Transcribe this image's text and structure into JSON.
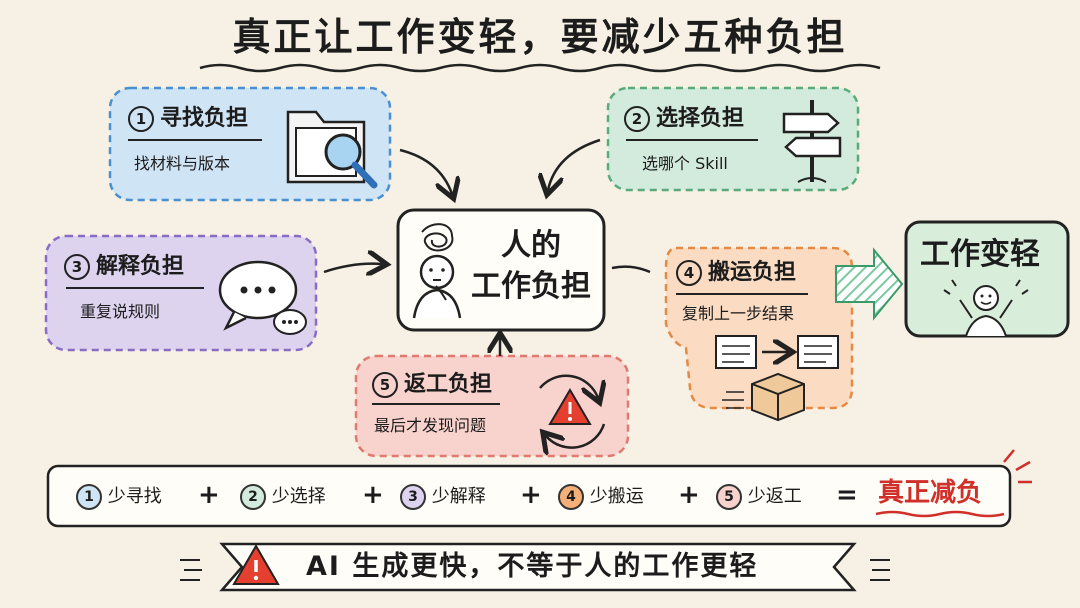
{
  "title": "真正让工作变轻，要减少五种负担",
  "center": {
    "line1": "人的",
    "line2": "工作负担"
  },
  "burdens": [
    {
      "num": "1",
      "title": "寻找负担",
      "sub": "找材料与版本",
      "color": "#cfe4f5",
      "border": "#4a8fd0"
    },
    {
      "num": "2",
      "title": "选择负担",
      "sub": "选哪个 Skill",
      "color": "#d3ebdc",
      "border": "#5aaa7a"
    },
    {
      "num": "3",
      "title": "解释负担",
      "sub": "重复说规则",
      "color": "#ddd3ef",
      "border": "#8a6cc4"
    },
    {
      "num": "4",
      "title": "搬运负担",
      "sub": "复制上一步结果",
      "color": "#fbdcc3",
      "border": "#e58a45"
    },
    {
      "num": "5",
      "title": "返工负担",
      "sub": "最后才发现问题",
      "color": "#f8d2cd",
      "border": "#e07a70"
    }
  ],
  "goal": "工作变轻",
  "equation": [
    {
      "num": "1",
      "label": "少寻找",
      "color": "#cfe4f5"
    },
    {
      "num": "2",
      "label": "少选择",
      "color": "#d3ebdc"
    },
    {
      "num": "3",
      "label": "少解释",
      "color": "#ddd3ef"
    },
    {
      "num": "4",
      "label": "少搬运",
      "color": "#f5b07a"
    },
    {
      "num": "5",
      "label": "少返工",
      "color": "#f8d2cd"
    }
  ],
  "plus": "+",
  "equals": "=",
  "result": "真正减负",
  "warning": "AI 生成更快，不等于人的工作更轻",
  "icons": [
    "folder-search-icon",
    "signpost-icon",
    "chat-bubbles-icon",
    "thinking-person-icon",
    "cycle-warning-icon",
    "document-transfer-icon",
    "box-icon",
    "happy-person-icon",
    "warning-icon"
  ],
  "colors": {
    "background": "#f6f1e4",
    "accent_red": "#d0302a",
    "goal_fill": "#d8eedb"
  }
}
